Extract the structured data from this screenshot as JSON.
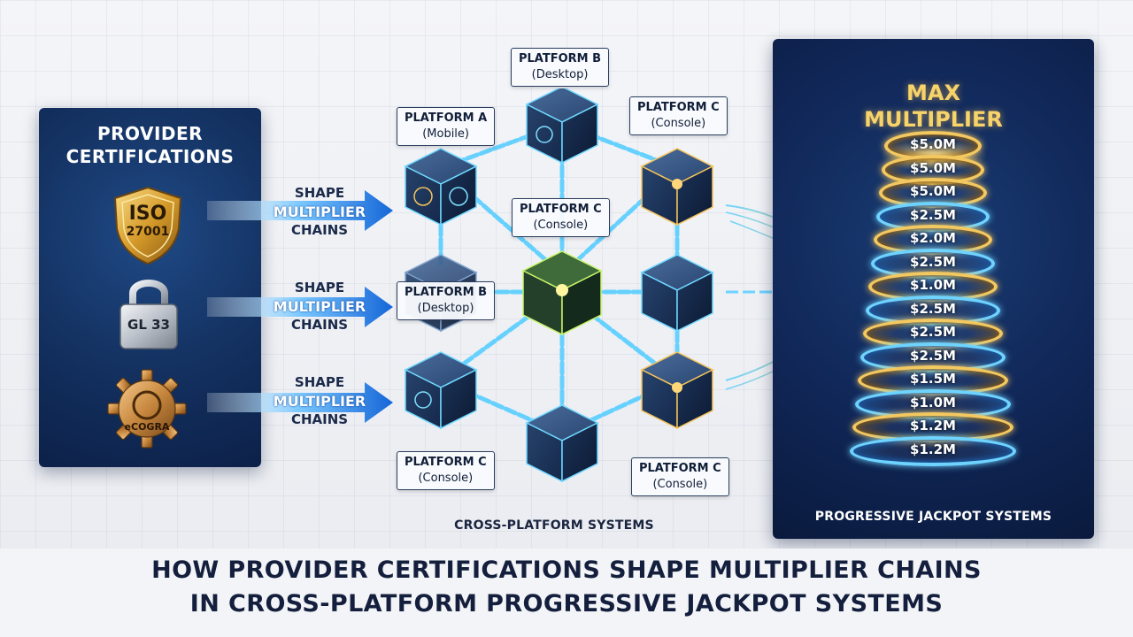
{
  "left_panel": {
    "title_line1": "PROVIDER",
    "title_line2": "CERTIFICATIONS",
    "badges": [
      {
        "icon": "shield-icon",
        "text_line1": "ISO",
        "text_line2": "27001"
      },
      {
        "icon": "padlock-icon",
        "text": "GL 33"
      },
      {
        "icon": "gear-icon",
        "text": "eCOGRA"
      }
    ]
  },
  "arrows": [
    {
      "line1": "SHAPE",
      "line2": "MULTIPLIER",
      "line3": "CHAINS"
    },
    {
      "line1": "SHAPE",
      "line2": "MULTIPLIER",
      "line3": "CHAINS"
    },
    {
      "line1": "SHAPE",
      "line2": "MULTIPLIER",
      "line3": "CHAINS"
    }
  ],
  "platforms": [
    {
      "name": "PLATFORM B",
      "sub": "(Desktop)"
    },
    {
      "name": "PLATFORM A",
      "sub": "(Mobile)"
    },
    {
      "name": "PLATFORM C",
      "sub": "(Console)"
    },
    {
      "name": "PLATFORM C",
      "sub": "(Console)"
    },
    {
      "name": "PLATFORM B",
      "sub": "(Desktop)"
    },
    {
      "name": "PLATFORM C",
      "sub": "(Console)"
    },
    {
      "name": "PLATFORM C",
      "sub": "(Console)"
    }
  ],
  "center_caption": "CROSS-PLATFORM SYSTEMS",
  "right_panel": {
    "title_line1": "MAX",
    "title_line2": "MULTIPLIER",
    "rings": [
      "$5.0M",
      "$5.0M",
      "$5.0M",
      "$2.5M",
      "$2.0M",
      "$2.5M",
      "$1.0M",
      "$2.5M",
      "$2.5M",
      "$2.5M",
      "$1.5M",
      "$1.0M",
      "$1.2M",
      "$1.2M"
    ],
    "caption": "PROGRESSIVE JACKPOT SYSTEMS"
  },
  "main_title": {
    "line1": "HOW PROVIDER CERTIFICATIONS SHAPE MULTIPLIER CHAINS",
    "line2": "IN CROSS-PLATFORM PROGRESSIVE JACKPOT SYSTEMS"
  },
  "colors": {
    "navy": "#13305f",
    "cyan_glow": "#3fc3ff",
    "gold": "#f7d36a",
    "title_text": "#141f3d"
  }
}
